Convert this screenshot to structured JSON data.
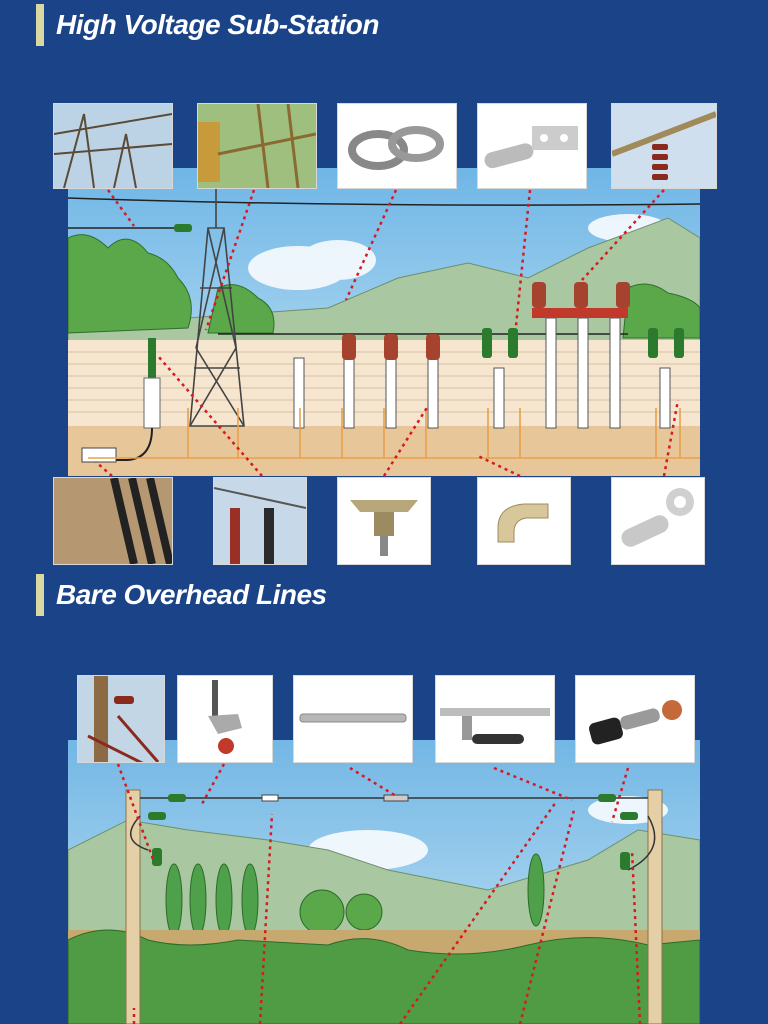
{
  "sections": {
    "substation": {
      "title": "High Voltage Sub-Station"
    },
    "overhead": {
      "title": "Bare Overhead Lines"
    }
  },
  "colors": {
    "page_background": "#1b4488",
    "title_bar": "#d9d7a2",
    "title_text": "#ffffff",
    "sky": "#8fc8ea",
    "hills": "#a9c8a2",
    "trees": "#5aa84a",
    "fence": "#f6e6cf",
    "ground": "#e7c79a",
    "pointer_arrows": "#d71920",
    "earthing_wires": "#e8a04a"
  },
  "substation_photos_top": [
    {
      "name": "overhead-line-pylon-photo"
    },
    {
      "name": "substation-busbar-photo"
    },
    {
      "name": "suspension-clamp-photo"
    },
    {
      "name": "tube-terminal-lug-photo"
    },
    {
      "name": "insulator-string-photo"
    }
  ],
  "substation_photos_bottom": [
    {
      "name": "underground-cables-photo"
    },
    {
      "name": "surge-arresters-photo"
    },
    {
      "name": "busbar-support-clamp-photo"
    },
    {
      "name": "c-type-connector-photo"
    },
    {
      "name": "cable-lug-photo"
    }
  ],
  "overhead_photos": [
    {
      "name": "pole-insulators-photo"
    },
    {
      "name": "tension-clamp-photo"
    },
    {
      "name": "mid-span-joint-photo"
    },
    {
      "name": "bolted-clamp-photo"
    },
    {
      "name": "insulated-lug-photo"
    }
  ]
}
